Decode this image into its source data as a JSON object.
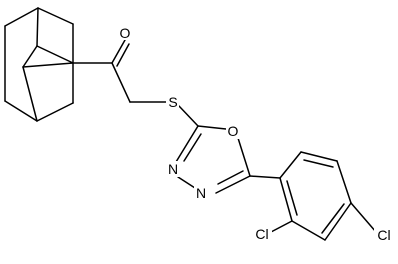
{
  "molecule": {
    "atom_labels": {
      "oxygen_ketone": "O",
      "sulfur": "S",
      "oxygen_ring": "O",
      "nitrogen_3": "N",
      "nitrogen_4": "N",
      "chlorine_ortho": "Cl",
      "chlorine_para": "Cl"
    }
  }
}
